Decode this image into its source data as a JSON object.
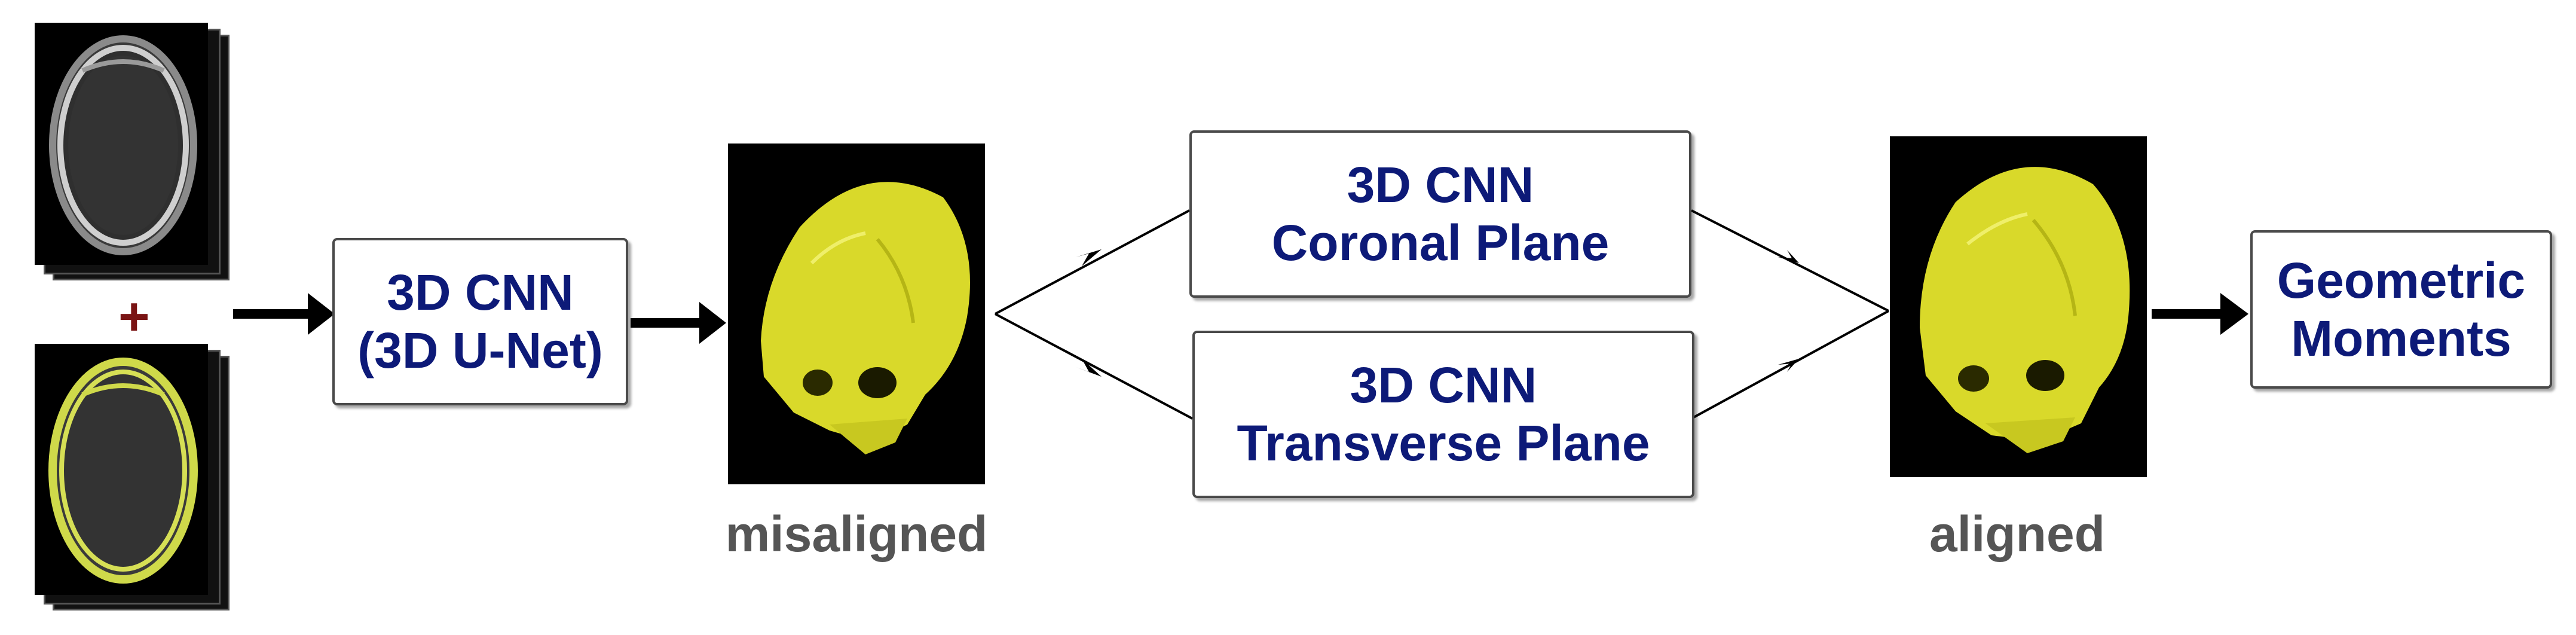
{
  "inputs": {
    "plus_sign": "+"
  },
  "unet_box": {
    "line1": "3D CNN",
    "line2": "(3D U-Net)"
  },
  "coronal_box": {
    "line1": "3D CNN",
    "line2": "Coronal Plane"
  },
  "transverse_box": {
    "line1": "3D CNN",
    "line2": "Transverse Plane"
  },
  "moments_box": {
    "line1": "Geometric",
    "line2": "Moments"
  },
  "captions": {
    "misaligned": "misaligned",
    "aligned": "aligned"
  },
  "colors": {
    "box_text": "#0d1a78",
    "box_border": "#4a4a4a",
    "caption_text": "#555555",
    "plus_sign": "#7a1414",
    "skull": "#d9d92a",
    "segmentation_overlay": "#cfd94a",
    "image_background": "#000000"
  }
}
